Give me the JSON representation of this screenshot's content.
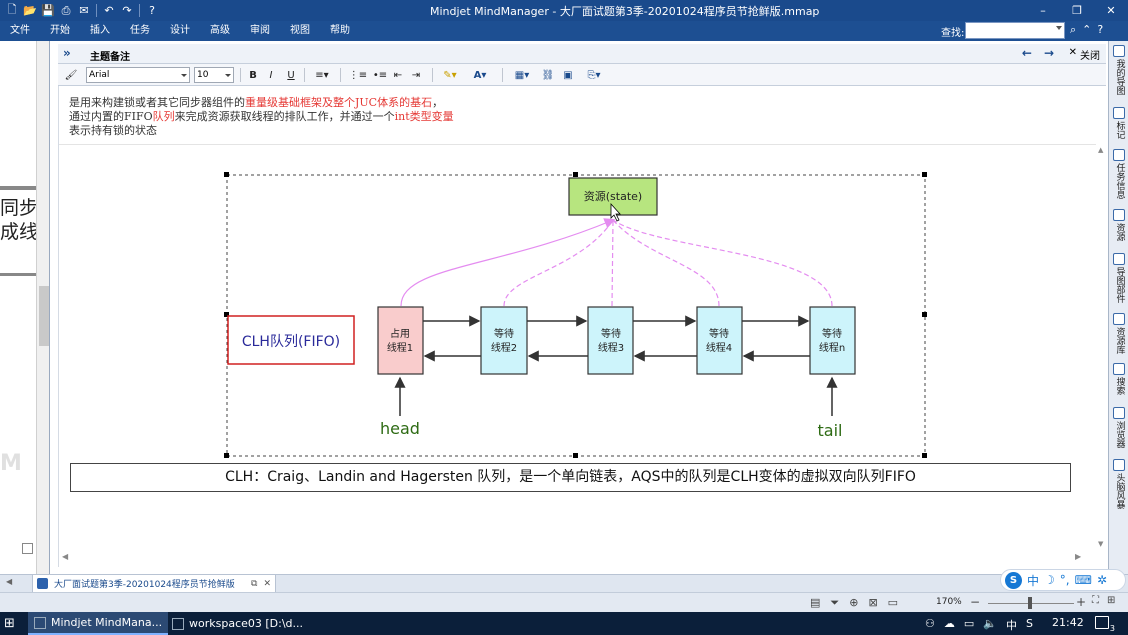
{
  "window": {
    "title": "Mindjet MindManager - 大厂面试题第3季-20201024程序员节抢鲜版.mmap"
  },
  "quick_access": {
    "icons": [
      "new-icon",
      "open-icon",
      "save-icon",
      "print-icon",
      "mail-icon",
      "undo-icon",
      "redo-icon",
      "help-icon"
    ]
  },
  "menu": {
    "items": [
      "文件",
      "开始",
      "插入",
      "任务",
      "设计",
      "高级",
      "审阅",
      "视图",
      "帮助"
    ],
    "find_label": "查找:"
  },
  "left_strip": {
    "fragment_1": "同步",
    "fragment_2": "成线"
  },
  "notes_panel": {
    "title": "主题备注",
    "close_label": "关闭",
    "font_name": "Arial",
    "font_size": "10"
  },
  "note": {
    "line1_a": "是用来构建锁或者其它同步器组件的",
    "line1_b": "重量级基础框架及整个JUC体系的基石",
    "line1_c": "，",
    "line2_a": "通过内置的FIFO",
    "line2_b": "队列",
    "line2_c": "来完成资源获取线程的排队工作，并通过一个",
    "line2_d": "int类型变量",
    "line3": "表示持有锁的状态"
  },
  "diagram": {
    "resource_label": "资源(state)",
    "clh_label": "CLH队列(FIFO)",
    "nodes": [
      {
        "line1": "占用",
        "line2": "线程1"
      },
      {
        "line1": "等待",
        "line2": "线程2"
      },
      {
        "line1": "等待",
        "line2": "线程3"
      },
      {
        "line1": "等待",
        "line2": "线程4"
      },
      {
        "line1": "等待",
        "line2": "线程n"
      }
    ],
    "head_label": "head",
    "tail_label": "tail",
    "caption": "CLH：Craig、Landin and Hagersten 队列，是一个单向链表，AQS中的队列是CLH变体的虚拟双向队列FIFO",
    "colors": {
      "resource_fill": "#b7e57f",
      "owner_fill": "#f9cccc",
      "waiting_fill": "#cdf4fb",
      "arrow_pink": "#e48cf0",
      "label_green": "#2e6b14",
      "clh_red": "#d02020",
      "clh_text": "#2a2a9a"
    }
  },
  "right_sidebar": {
    "tabs": [
      "我的导图",
      "标记",
      "任务信息",
      "资源",
      "导图部件",
      "资源库",
      "搜索",
      "浏览器",
      "头脑风暴"
    ]
  },
  "doc_tabs": {
    "active": "大厂面试题第3季-20201024程序员节抢鲜版"
  },
  "ime": {
    "lang": "中"
  },
  "status": {
    "zoom": "170%"
  },
  "taskbar": {
    "items": [
      "Mindjet MindMana...",
      "workspace03 [D:\\d..."
    ],
    "tray_lang": "中",
    "clock": "21:42"
  }
}
